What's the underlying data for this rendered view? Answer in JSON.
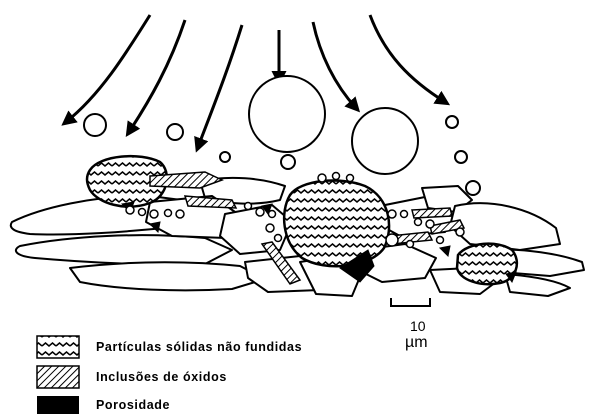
{
  "scale": {
    "value": "10",
    "unit": "µm"
  },
  "legend": [
    {
      "label": "Partículas sólidas não fundidas",
      "pattern": "wave"
    },
    {
      "label": "Inclusões de óxidos",
      "pattern": "hatch"
    },
    {
      "label": "Porosidade",
      "pattern": "solid"
    }
  ],
  "colors": {
    "ink": "#000000",
    "paper": "#ffffff"
  }
}
